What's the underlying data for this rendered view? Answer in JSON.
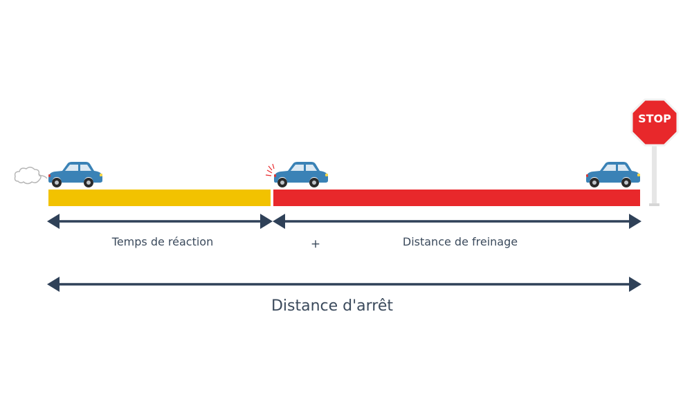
{
  "labels": {
    "reaction": "Temps de réaction",
    "plus": "+",
    "braking": "Distance de freinage",
    "stopping": "Distance d'arrêt"
  },
  "stop_sign": {
    "text": "STOP"
  },
  "colors": {
    "reaction_bar": "#f2c200",
    "braking_bar": "#e8282b",
    "arrow": "#2f4158",
    "car_body": "#3a82b6",
    "stop_sign": "#e8282b"
  },
  "icons": [
    "car-icon",
    "exhaust-cloud-icon",
    "brake-spark-icon",
    "stop-sign-icon"
  ]
}
